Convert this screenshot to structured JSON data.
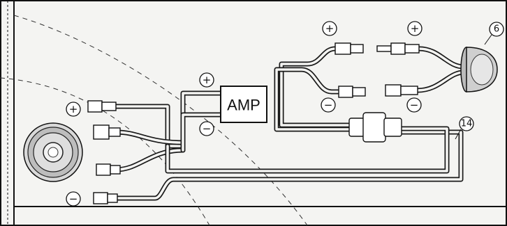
{
  "amp": {
    "label": "AMP"
  },
  "polarity": {
    "plus": "+",
    "minus": "−"
  },
  "callouts": {
    "tweeter": "6",
    "crossover": "14"
  }
}
